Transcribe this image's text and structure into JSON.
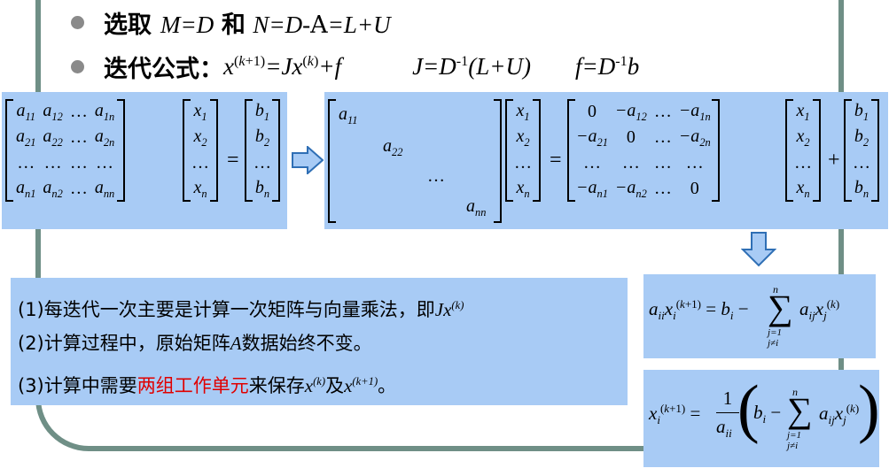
{
  "bullets": [
    {
      "label": "选取",
      "math_html": "M=D</span> <span class='cn'>和</span> <span class='math'>N=D-</span><span style='font-style:normal'>A</span><span class='math'>=L+U"
    },
    {
      "label": "迭代公式："
    }
  ],
  "formula_line": {
    "iter": "x(k+1)=Jx(k)+f",
    "J": "J=D-1(L+U)",
    "f": "f=D-1b"
  },
  "notes": [
    {
      "text": "(1)每迭代一次主要是计算一次矩阵与向量乘法，即Jx(k)"
    },
    {
      "text": "(2)计算过程中，原始矩阵A数据始终不变。"
    },
    {
      "pre": "(3)计算中需要",
      "highlight": "两组工作单元",
      "post": "来保存x(k)及x(k+1)。"
    }
  ],
  "colors": {
    "box_bg": "#a8cbf5",
    "frame": "#6f8f86",
    "highlight": "#e00000"
  },
  "icons": [
    "right-arrow-icon",
    "down-arrow-icon"
  ]
}
